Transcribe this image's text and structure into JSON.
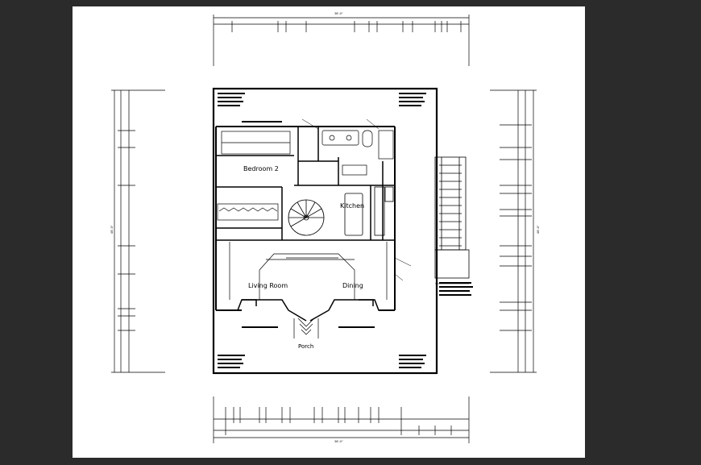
{
  "colors": {
    "frame": "#2b2b2b",
    "sheet": "#ffffff",
    "ink": "#000000"
  },
  "rooms": {
    "bedroom": "Bedroom 2",
    "kitchen": "Kitchen",
    "living": "Living Room",
    "dining": "Dining",
    "porch": "Porch"
  },
  "dimensions": {
    "top_overall": "36'-0\"",
    "bottom_overall": "36'-0\"",
    "left_overall": "48'-0\"",
    "right_overall": "48'-0\""
  }
}
